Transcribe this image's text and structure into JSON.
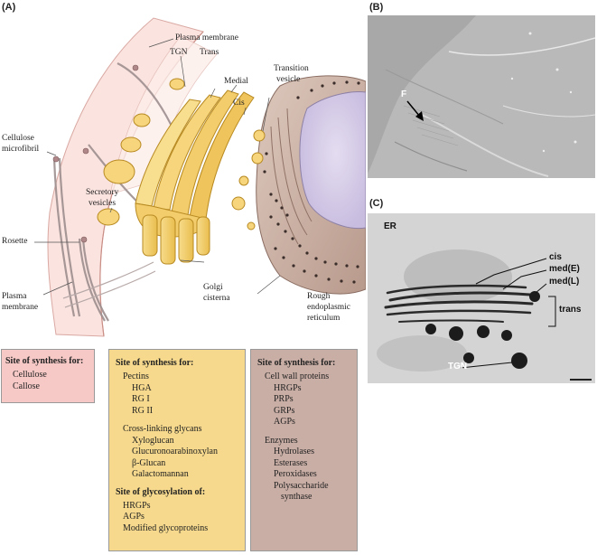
{
  "panels": {
    "a": "(A)",
    "b": "(B)",
    "c": "(C)"
  },
  "diagram_labels": {
    "plasma_membrane_top": "Plasma membrane",
    "tgn": "TGN",
    "trans": "Trans",
    "medial": "Medial",
    "cis": "Cis",
    "transition_vesicle": [
      "Transition",
      "vesicle"
    ],
    "cellulose_microfibril": [
      "Cellulose",
      "microfibril"
    ],
    "secretory_vesicles": [
      "Secretory",
      "vesicles"
    ],
    "rosette": "Rosette",
    "plasma_membrane_bottom": [
      "Plasma",
      "membrane"
    ],
    "golgi_cisterna": [
      "Golgi",
      "cisterna"
    ],
    "rough_er": [
      "Rough",
      "endoplasmic",
      "reticulum"
    ]
  },
  "boxes": {
    "pm": {
      "header": "Site of synthesis for:",
      "lines": [
        "Cellulose",
        "Callose"
      ],
      "color": "#f6c9c6"
    },
    "golgi": {
      "header": "Site of synthesis for:",
      "group1_title": "Pectins",
      "group1": [
        "HGA",
        "RG I",
        "RG II"
      ],
      "group2_title": "Cross-linking glycans",
      "group2": [
        "Xyloglucan",
        "Glucuronoarabinoxylan",
        "β-Glucan",
        "Galactomannan"
      ],
      "header2": "Site of glycosylation of:",
      "group3": [
        "HRGPs",
        "AGPs",
        "Modified glycoproteins"
      ],
      "color": "#f6d98c"
    },
    "er": {
      "header": "Site of synthesis for:",
      "group1_title": "Cell wall proteins",
      "group1": [
        "HRGPs",
        "PRPs",
        "GRPs",
        "AGPs"
      ],
      "group2_title": "Enzymes",
      "group2": [
        "Hydrolases",
        "Esterases",
        "Peroxidases",
        "Polysaccharide",
        "synthase"
      ],
      "color": "#c9aea5"
    }
  },
  "micro_b": {
    "f_label": "F"
  },
  "micro_c": {
    "er": "ER",
    "cis": "cis",
    "med_e": "med(E)",
    "med_l": "med(L)",
    "trans": "trans",
    "tgn": "TGN"
  }
}
